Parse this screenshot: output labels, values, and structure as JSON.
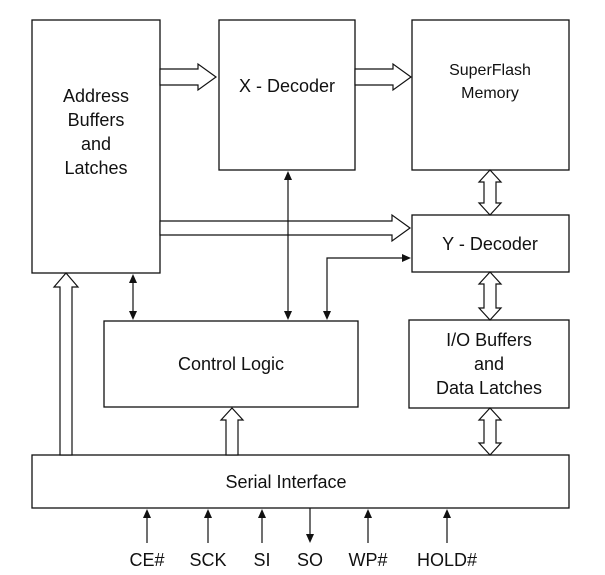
{
  "blocks": {
    "address": [
      "Address",
      "Buffers",
      "and",
      "Latches"
    ],
    "xdecoder": "X - Decoder",
    "superflash": [
      "SuperFlash",
      "Memory"
    ],
    "ydecoder": "Y - Decoder",
    "control": "Control Logic",
    "io": [
      "I/O Buffers",
      "and",
      "Data Latches"
    ],
    "serial": "Serial Interface"
  },
  "pins": [
    "CE#",
    "SCK",
    "SI",
    "SO",
    "WP#",
    "HOLD#"
  ],
  "colors": {
    "line": "#111111",
    "background": "#ffffff"
  }
}
